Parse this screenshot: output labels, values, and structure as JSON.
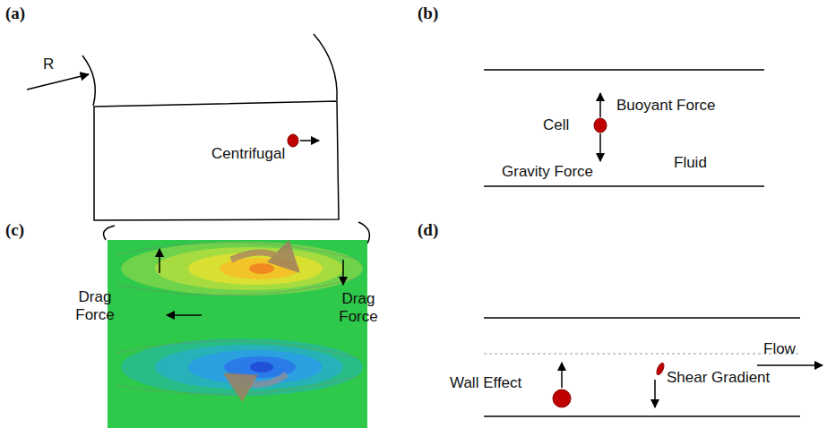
{
  "diagram": {
    "labels": [
      "(a)",
      "R",
      "Centrifugal",
      "(b)",
      "Buoyant Force",
      "Cell",
      "Gravity Force",
      "Fluid",
      "(c)",
      "Drag Force",
      "Drag Force",
      "(d)",
      "Wall Effect",
      "Shear Gradient",
      "Flow"
    ]
  }
}
